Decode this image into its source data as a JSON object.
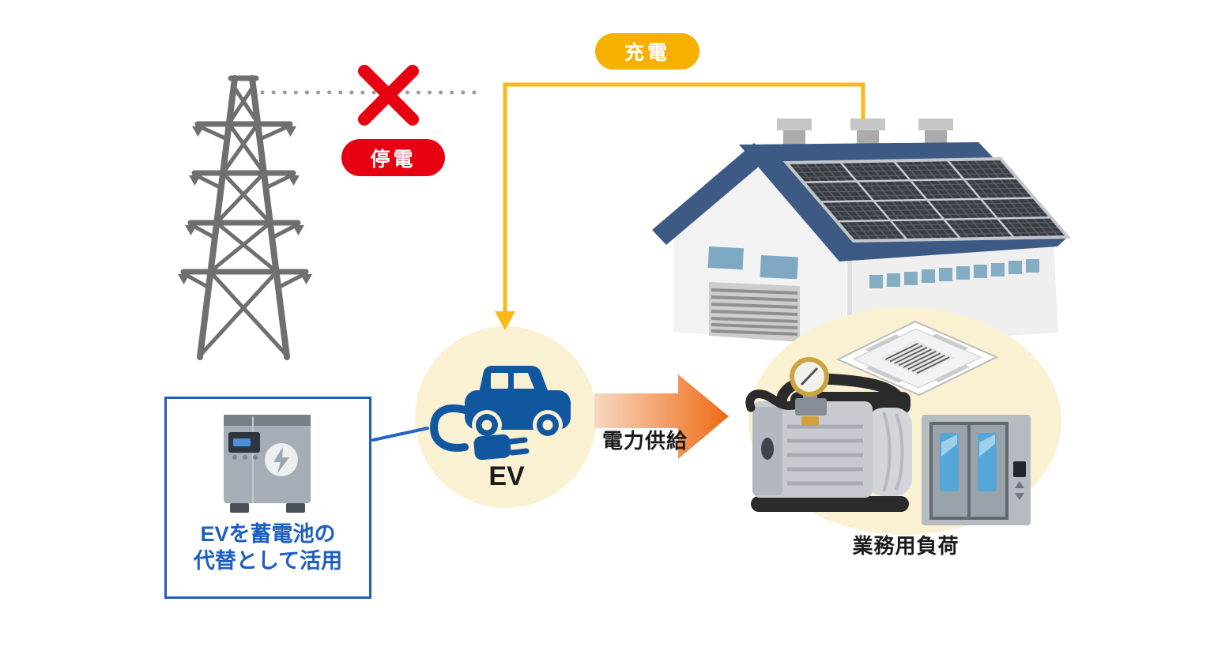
{
  "badges": {
    "charging": "充電",
    "power_outage": "停電"
  },
  "labels": {
    "ev": "EV",
    "power_supply": "電力供給",
    "commercial_load": "業務用負荷"
  },
  "note_box": {
    "line1": "EVを蓄電池の",
    "line2": "代替として活用"
  },
  "colors": {
    "charging_yellow": "#F6B100",
    "charge_line_yellow": "#FBB917",
    "outage_red": "#E60012",
    "note_blue": "#1E5EC0",
    "car_blue": "#10579F",
    "arrow_orange_start": "#F8D8C2",
    "arrow_orange_end": "#ED6B15",
    "cream": "#FAF0D2",
    "roof_blue": "#3D5A85",
    "tower_gray": "#6F6F6F",
    "solar_dark": "#393D44"
  },
  "icons": {
    "transmission-tower-icon": "electric transmission pylon",
    "red-x-icon": "✕",
    "solar-factory-icon": "factory building with rooftop solar panels and vents",
    "ev-car-icon": "electric car with charging cable and plug",
    "battery-storage-icon": "stationary storage battery with lightning mark",
    "ceiling-ac-icon": "ceiling cassette air conditioner",
    "vacuum-pump-icon": "industrial pump with pressure gauge",
    "elevator-icon": "elevator doors with control panel"
  }
}
